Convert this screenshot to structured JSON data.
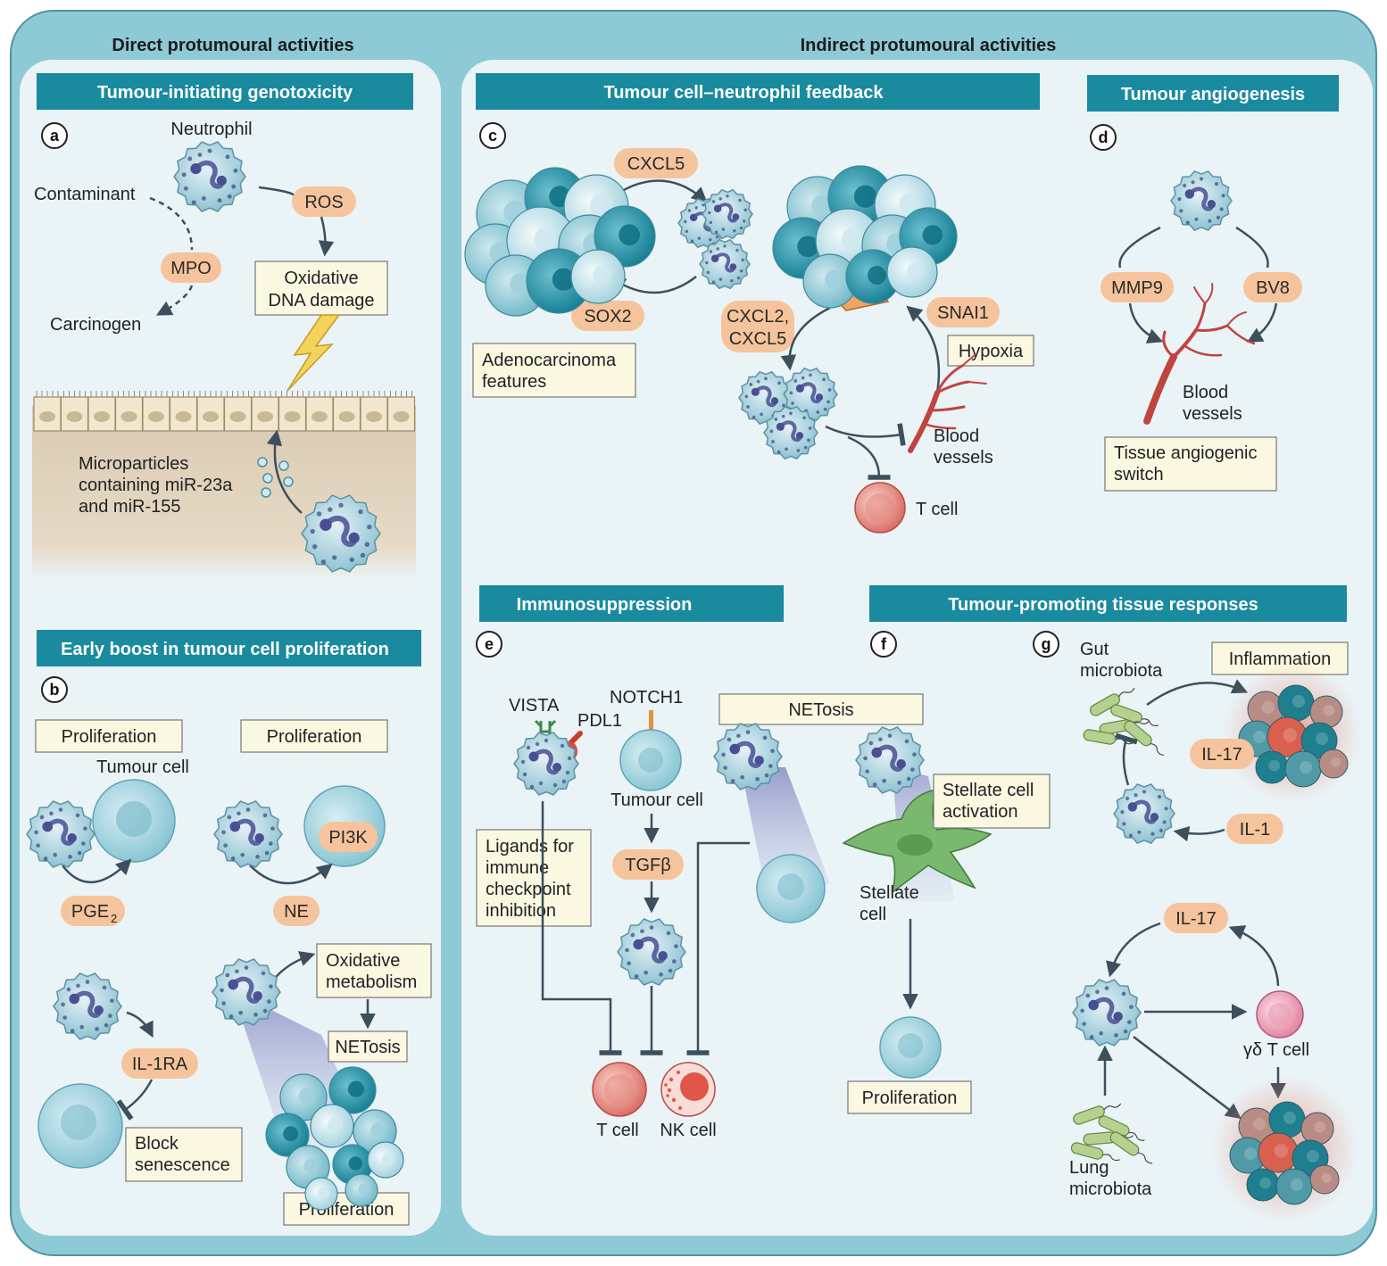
{
  "colors": {
    "outer_bg": "#8ec9d6",
    "panel_bg": "#eaf3f6",
    "header_bar": "#1a8a9e",
    "pill": "#f5c49c",
    "note_box": "#fbf8e2",
    "neutrophil": "#b9dce5",
    "neutrophil_dots": "#3d4f86",
    "tumour_dark": "#1f8fa3",
    "tumour_light": "#a9d8e2",
    "t_cell": "#e0766a",
    "vessel": "#c0443f",
    "microbiota": "#a9c98a"
  },
  "sections": {
    "direct": "Direct protumoural activities",
    "indirect": "Indirect protumoural activities"
  },
  "headers": {
    "genotoxicity": "Tumour-initiating genotoxicity",
    "feedback": "Tumour cell–neutrophil feedback",
    "angiogenesis": "Tumour angiogenesis",
    "boost": "Early boost in tumour cell proliferation",
    "immunosuppression": "Immunosuppression",
    "tissue": "Tumour-promoting tissue responses"
  },
  "panel_letters": {
    "a": "a",
    "b": "b",
    "c": "c",
    "d": "d",
    "e": "e",
    "f": "f",
    "g": "g"
  },
  "panel_a": {
    "neutrophil": "Neutrophil",
    "contaminant": "Contaminant",
    "ros": "ROS",
    "mpo": "MPO",
    "carcinogen": "Carcinogen",
    "damage_line1": "Oxidative",
    "damage_line2": "DNA damage",
    "micro_line1": "Microparticles",
    "micro_line2": "containing miR-23a",
    "micro_line3": "and miR-155"
  },
  "panel_b": {
    "proliferation": "Proliferation",
    "tumour_cell": "Tumour cell",
    "pge2": "PGE",
    "pge2_sub": "2",
    "pi3k": "PI3K",
    "ne": "NE",
    "il1ra": "IL-1RA",
    "block_line1": "Block",
    "block_line2": "senescence",
    "oxmet_line1": "Oxidative",
    "oxmet_line2": "metabolism",
    "netosis": "NETosis"
  },
  "panel_c": {
    "cxcl5": "CXCL5",
    "sox2": "SOX2",
    "adeno_line1": "Adenocarcinoma",
    "adeno_line2": "features",
    "cxcl25_line1": "CXCL2,",
    "cxcl25_line2": "CXCL5",
    "snai1": "SNAI1",
    "hypoxia": "Hypoxia",
    "vessels_line1": "Blood",
    "vessels_line2": "vessels",
    "tcell": "T cell"
  },
  "panel_d": {
    "mmp9": "MMP9",
    "bv8": "BV8",
    "vessels_line1": "Blood",
    "vessels_line2": "vessels",
    "switch_line1": "Tissue angiogenic",
    "switch_line2": "switch"
  },
  "panel_e": {
    "vista": "VISTA",
    "pdl1": "PDL1",
    "notch1": "NOTCH1",
    "tumour_cell": "Tumour cell",
    "tgfb": "TGFβ",
    "netosis": "NETosis",
    "ligands_line1": "Ligands for",
    "ligands_line2": "immune",
    "ligands_line3": "checkpoint",
    "ligands_line4": "inhibition",
    "tcell": "T cell",
    "nkcell": "NK cell"
  },
  "panel_f": {
    "stellate_act_line1": "Stellate cell",
    "stellate_act_line2": "activation",
    "stellate_line1": "Stellate",
    "stellate_line2": "cell",
    "proliferation": "Proliferation"
  },
  "panel_g": {
    "gut_line1": "Gut",
    "gut_line2": "microbiota",
    "inflammation": "Inflammation",
    "il17": "IL-17",
    "il1": "IL-1",
    "gdt": "γδ T cell",
    "lung_line1": "Lung",
    "lung_line2": "microbiota"
  }
}
